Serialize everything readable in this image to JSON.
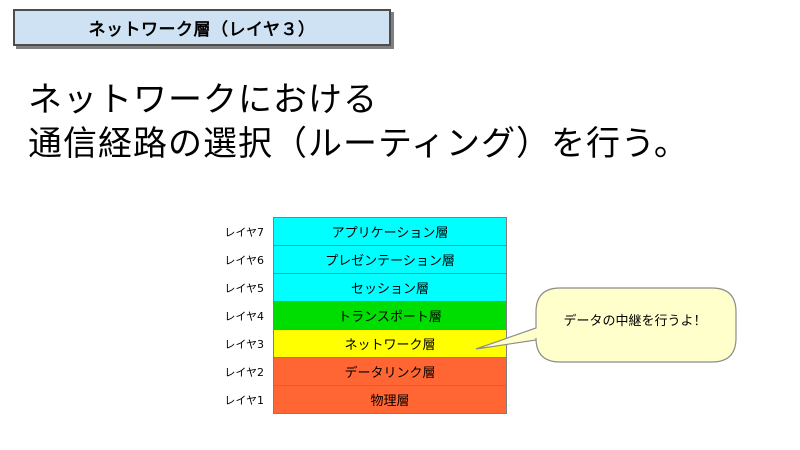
{
  "title": "ネットワーク層（レイヤ３）",
  "heading": {
    "line1": "ネットワークにおける",
    "line2": "通信経路の選択（ルーティング）を行う。"
  },
  "layers": [
    {
      "label": "レイヤ7",
      "name": "アプリケーション層",
      "color": "#00ffff"
    },
    {
      "label": "レイヤ6",
      "name": "プレゼンテーション層",
      "color": "#00ffff"
    },
    {
      "label": "レイヤ5",
      "name": "セッション層",
      "color": "#00ffff"
    },
    {
      "label": "レイヤ4",
      "name": "トランスポート層",
      "color": "#00dd00"
    },
    {
      "label": "レイヤ3",
      "name": "ネットワーク層",
      "color": "#ffff00"
    },
    {
      "label": "レイヤ2",
      "name": "データリンク層",
      "color": "#ff6633"
    },
    {
      "label": "レイヤ1",
      "name": "物理層",
      "color": "#ff6633"
    }
  ],
  "callout": {
    "text": "データの中継を行うよ！",
    "fill": "#ffffcc"
  }
}
